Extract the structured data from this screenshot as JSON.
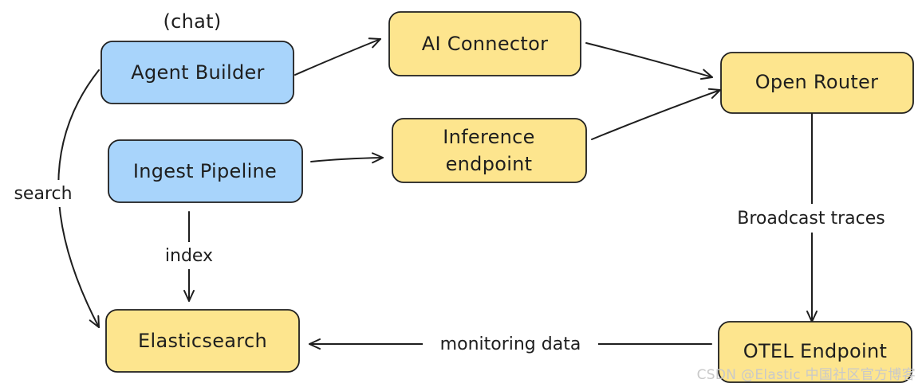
{
  "colors": {
    "blue_fill": "#a8d4fb",
    "yellow_fill": "#fde58e",
    "stroke": "#1e1e1e"
  },
  "nodes": {
    "agent_builder": {
      "label": "Agent Builder",
      "note": "(chat)"
    },
    "ingest_pipeline": {
      "label": "Ingest Pipeline"
    },
    "ai_connector": {
      "label": "AI Connector"
    },
    "inference_endpoint": {
      "label_line1": "Inference",
      "label_line2": "endpoint"
    },
    "open_router": {
      "label": "Open Router"
    },
    "otel_endpoint": {
      "label": "OTEL Endpoint"
    },
    "elasticsearch": {
      "label": "Elasticsearch"
    }
  },
  "edges": {
    "search": "search",
    "index": "index",
    "broadcast_traces": "Broadcast traces",
    "monitoring_data": "monitoring data"
  },
  "watermark": "CSDN @Elastic 中国社区官方博客"
}
